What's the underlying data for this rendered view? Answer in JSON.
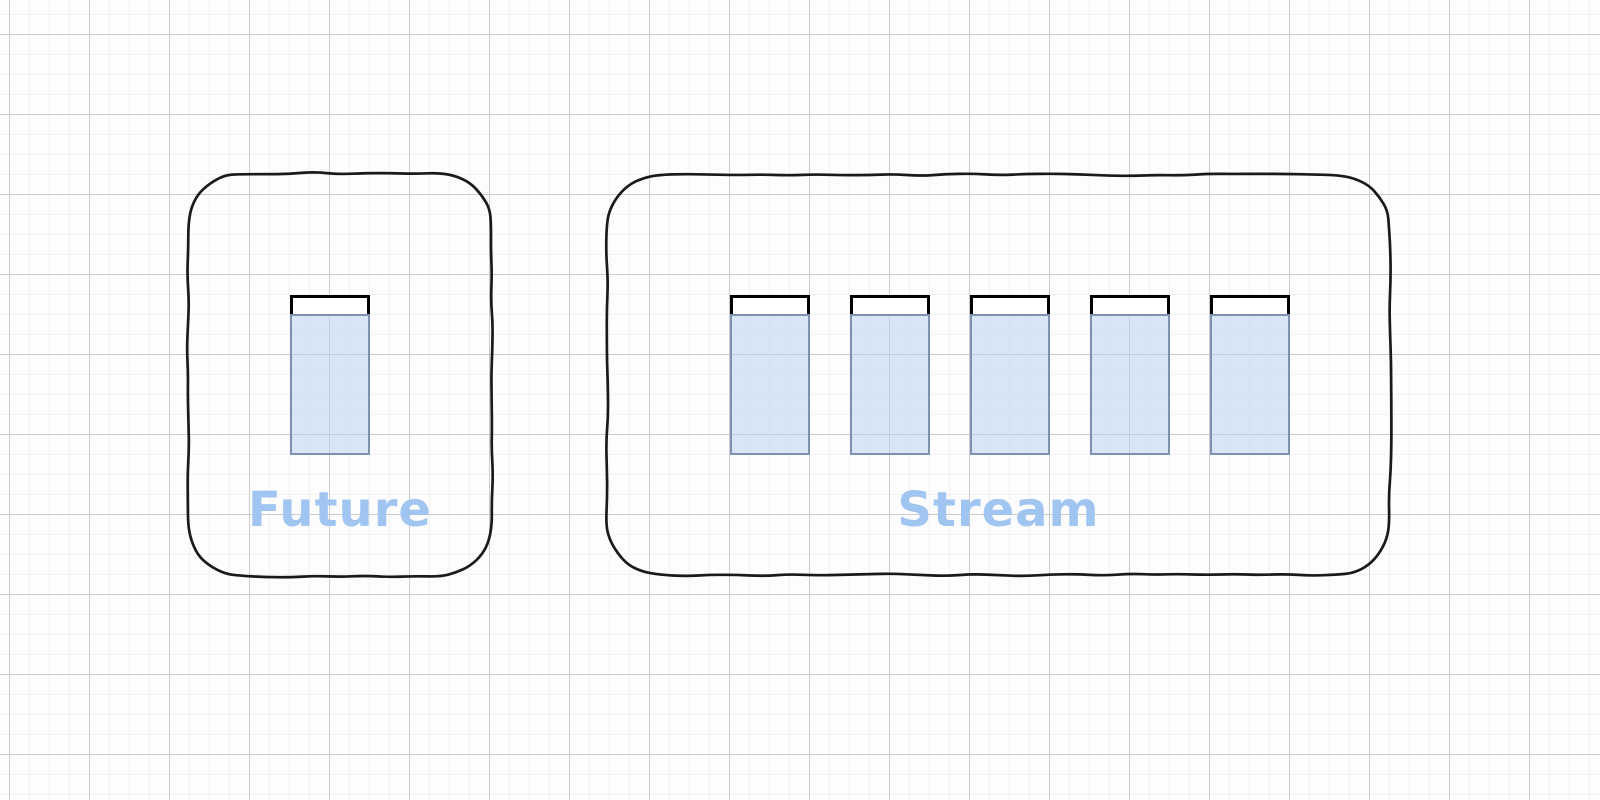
{
  "diagram": {
    "future_box": {
      "label": "Future",
      "item_count": 1
    },
    "stream_box": {
      "label": "Stream",
      "item_count": 5
    },
    "colors": {
      "outline": "#1a1a1a",
      "item_cap_fill": "#ffffff",
      "item_cap_border": "#000000",
      "item_body_fill": "rgba(185,210,243,0.55)",
      "item_body_border": "#7d92b0",
      "label_text": "#a0c5f1",
      "grid_minor": "#f2f2f2",
      "grid_major": "#cbcbcb",
      "paper": "#fdfdfd"
    }
  }
}
